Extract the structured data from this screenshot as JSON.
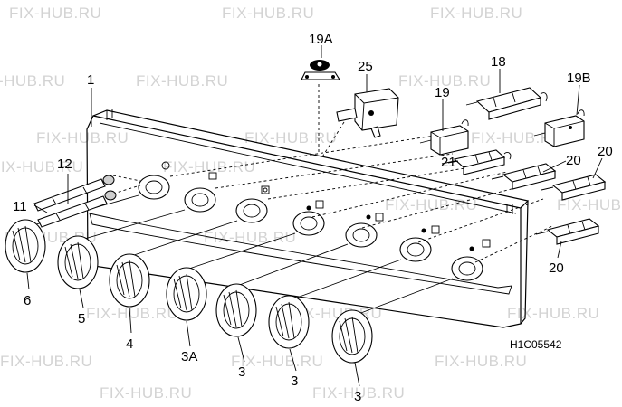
{
  "watermark": {
    "text": "FIX-HUB.RU"
  },
  "diagram_code": "H1C05542",
  "callouts": {
    "c1": "1",
    "c3a": "3A",
    "c3_1": "3",
    "c3_2": "3",
    "c3_3": "3",
    "c4": "4",
    "c5": "5",
    "c6": "6",
    "c11": "11",
    "c12": "12",
    "c18": "18",
    "c19": "19",
    "c19a": "19A",
    "c19b": "19B",
    "c20_1": "20",
    "c20_2": "20",
    "c20_3": "20",
    "c21": "21",
    "c25": "25"
  }
}
